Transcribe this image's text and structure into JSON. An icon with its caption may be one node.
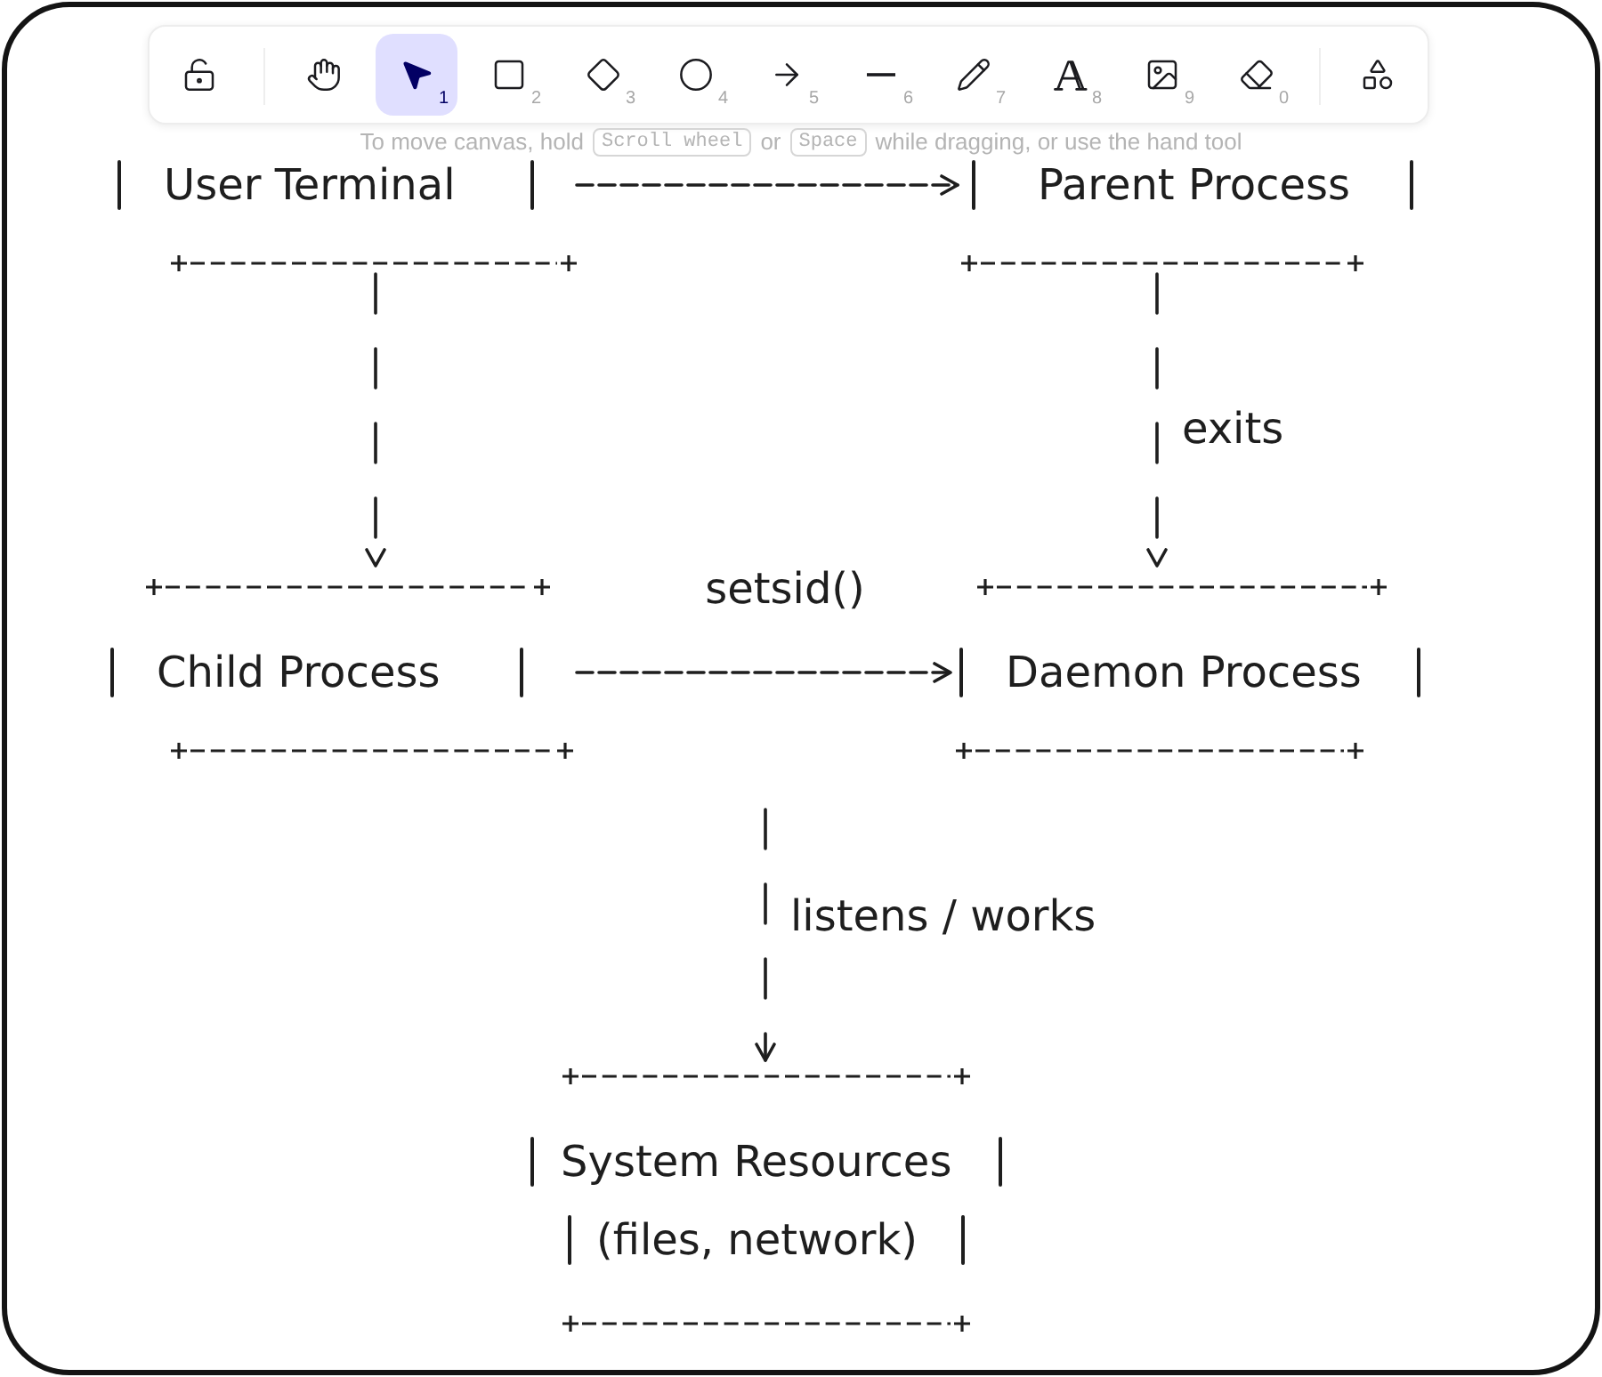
{
  "diagram": {
    "nodes": [
      {
        "text": [
          "User Terminal"
        ]
      },
      {
        "text": [
          "Parent Process"
        ]
      },
      {
        "text": [
          "Child Process"
        ]
      },
      {
        "text": [
          "Daemon Process"
        ]
      },
      {
        "text": [
          "System Resources",
          "(files, network)"
        ]
      }
    ],
    "edges": [
      {
        "from": 0,
        "to": 1,
        "arrow": "to"
      },
      {
        "from": 0,
        "to": 2,
        "arrow": "to"
      },
      {
        "from": 1,
        "to": 3,
        "arrow": "to",
        "label": "exits"
      },
      {
        "from": 2,
        "to": 3,
        "arrow": "to",
        "label": "setsid()"
      },
      {
        "from": null,
        "to": 4,
        "arrow": "to",
        "label": "listens / works"
      }
    ],
    "labels": [
      "1",
      "2",
      "3",
      "4",
      "5",
      "6",
      "7",
      "8",
      "9",
      "0",
      "To move canvas, hold",
      "Scroll wheel",
      "or",
      "Space",
      "while dragging, or use the hand tool"
    ]
  }
}
